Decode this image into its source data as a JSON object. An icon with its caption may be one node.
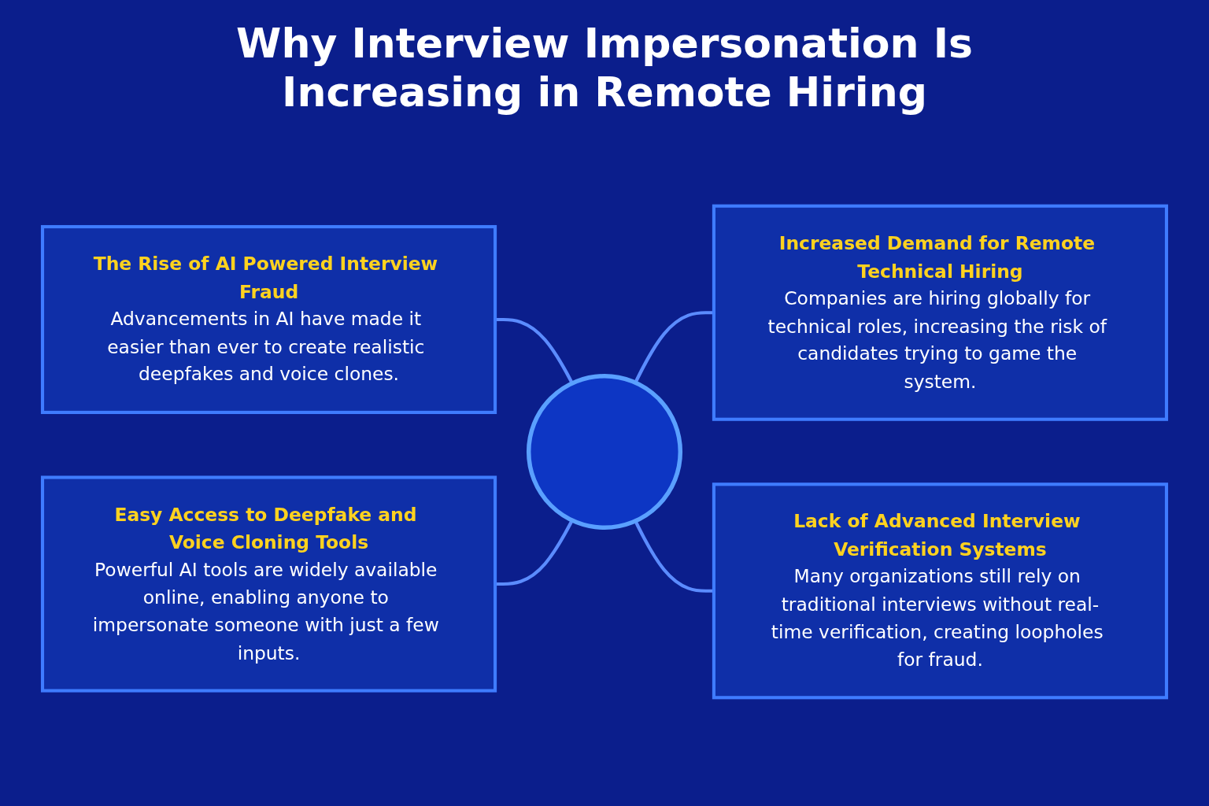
{
  "diagram": {
    "title": "Why Interview Impersonation Is Increasing in Remote Hiring",
    "nodes": [
      {
        "text": [
          "The Rise of AI Powered Interview Fraud",
          "Advancements in AI have made it easier than ever to create realistic deepfakes and voice clones."
        ]
      },
      {
        "text": [
          "Increased Demand for Remote Technical Hiring",
          "Companies are hiring globally for technical roles, increasing the risk of candidates trying to game the system."
        ]
      },
      {
        "text": [],
        "shape": "circle"
      },
      {
        "text": [
          "Easy Access to Deepfake and Voice Cloning Tools",
          "Powerful AI tools are widely available online, enabling anyone to impersonate someone with just a few inputs."
        ]
      },
      {
        "text": [
          "Lack of Advanced Interview Verification Systems",
          "Many organizations still rely on traditional interviews without real-time verification, creating loopholes for fraud."
        ]
      }
    ],
    "edges": [
      {
        "from": 0,
        "to": 2,
        "arrow": "none"
      },
      {
        "from": 2,
        "to": 1,
        "arrow": "none"
      },
      {
        "from": 3,
        "to": 2,
        "arrow": "none"
      },
      {
        "from": 2,
        "to": 4,
        "arrow": "none"
      }
    ]
  }
}
